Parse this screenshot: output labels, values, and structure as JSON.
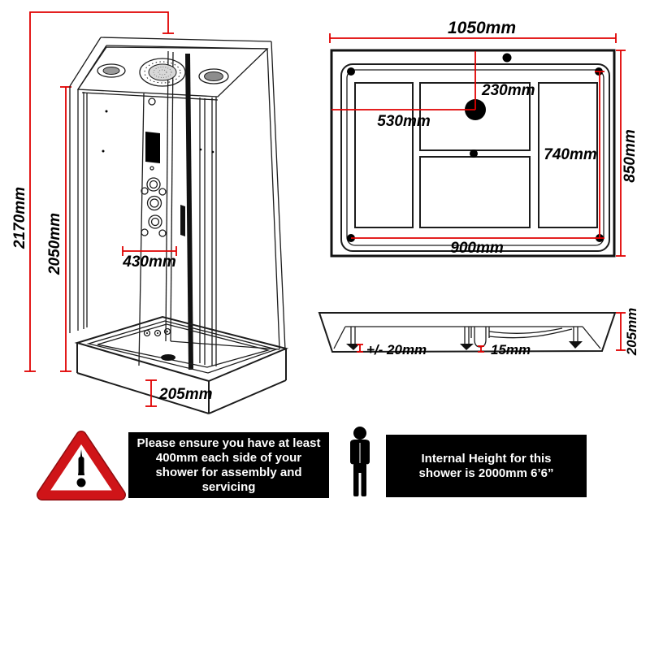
{
  "front_view": {
    "dims": {
      "overall_height": "2170mm",
      "internal_frame_height": "2050mm",
      "panel_width": "430mm",
      "tray_height": "205mm"
    }
  },
  "plan_view": {
    "dims": {
      "overall_width": "1050mm",
      "overall_depth": "850mm",
      "drain_offset_top": "230mm",
      "drain_offset_left": "530mm",
      "inner_depth": "740mm",
      "inner_width": "900mm"
    }
  },
  "side_view": {
    "dims": {
      "tray_height": "205mm",
      "leg_adjustment": "+/- 20mm",
      "waste_clearance": "15mm"
    }
  },
  "notices": {
    "clearance": {
      "lines": [
        "Please ensure you have at least",
        "400mm each side of your",
        "shower for assembly and",
        "servicing"
      ]
    },
    "internal_height": {
      "lines": [
        "Internal Height for this",
        "shower is 2000mm 6’6”"
      ]
    }
  },
  "colors": {
    "dimension_red": "#e00000",
    "banner_bg": "#000000",
    "banner_text": "#ffffff",
    "warning_red": "#c41218"
  }
}
